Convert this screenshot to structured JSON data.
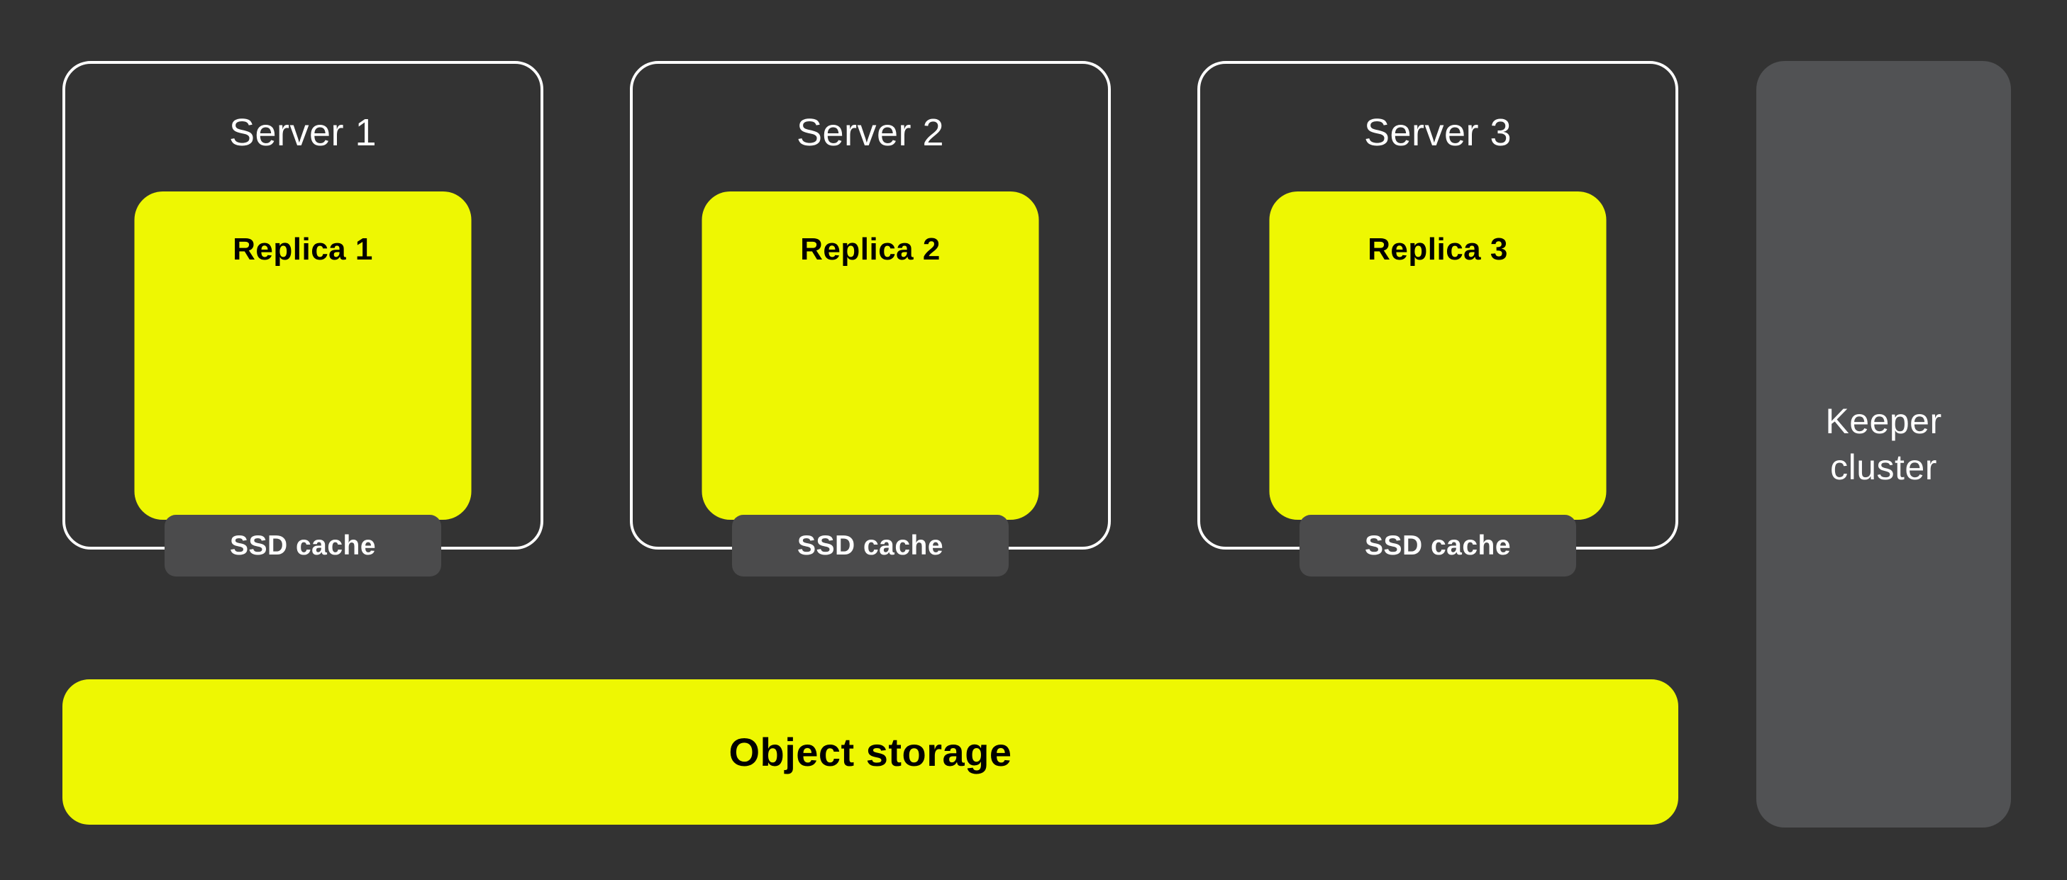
{
  "diagram": {
    "background_color": "#333333",
    "accent_yellow": "#EEF702",
    "badge_gray": "#4B4B4C",
    "keeper_gray": "#515254",
    "border_white": "#FFFFFF"
  },
  "servers": [
    {
      "label": "Server 1",
      "replica_label": "Replica 1",
      "cache_label": "SSD cache"
    },
    {
      "label": "Server 2",
      "replica_label": "Replica 2",
      "cache_label": "SSD cache"
    },
    {
      "label": "Server 3",
      "replica_label": "Replica 3",
      "cache_label": "SSD cache"
    }
  ],
  "object_storage": {
    "label": "Object storage"
  },
  "keeper_cluster": {
    "label": "Keeper cluster"
  }
}
